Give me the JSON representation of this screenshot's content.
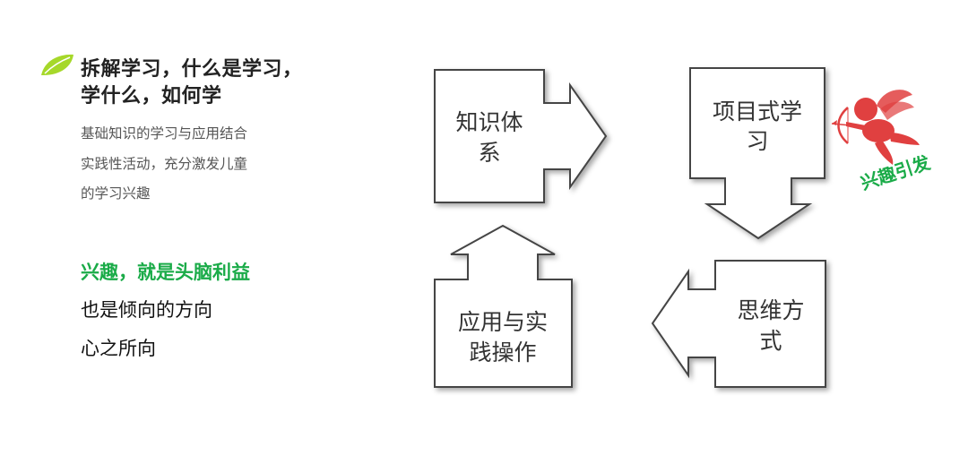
{
  "heading": {
    "line1": "拆解学习，什么是学习，",
    "line2": "学什么，如何学"
  },
  "description": [
    "基础知识的学习与应用结合",
    "实践性活动，充分激发儿童",
    "的学习兴趣"
  ],
  "highlight": "兴趣，就是头脑利益",
  "lines": [
    "也是倾向的方向",
    "心之所向"
  ],
  "diagram": {
    "knowledge_system": [
      "知识体",
      "系"
    ],
    "project_learning": [
      "项目式学",
      "习"
    ],
    "thinking_method": [
      "思维方",
      "式"
    ],
    "application_practice": [
      "应用与实",
      "践操作"
    ]
  },
  "interest_label": "兴趣引发",
  "colors": {
    "accent_green": "#1aab48",
    "leaf_green": "#a6d82a",
    "cupid_red": "#e04040"
  },
  "icons": {
    "leaf": "leaf-icon",
    "cupid": "cupid-icon"
  }
}
